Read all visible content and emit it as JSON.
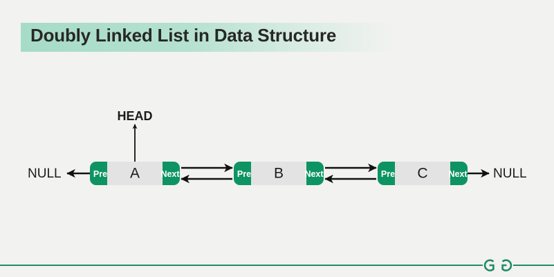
{
  "page": {
    "title": "Doubly Linked List in Data Structure",
    "background_color": "#f2f2f1",
    "title_highlight_color": "#a6dcc7",
    "accent_color": "#0e9463",
    "text_color": "#1b1b1b"
  },
  "diagram": {
    "type": "doubly-linked-list",
    "pointer_label_prev": "Pre",
    "pointer_label_next": "Next",
    "head_label": "HEAD",
    "null_left_label": "NULL",
    "null_right_label": "NULL",
    "nodes": [
      {
        "value": "A",
        "prev": "Pre",
        "next": "Next"
      },
      {
        "value": "B",
        "prev": "Pre",
        "next": "Next"
      },
      {
        "value": "C",
        "prev": "Pre",
        "next": "Next"
      }
    ],
    "links": [
      {
        "from": "NULL",
        "to": "A",
        "direction": "left"
      },
      {
        "from": "A",
        "to": "B",
        "direction": "right"
      },
      {
        "from": "B",
        "to": "A",
        "direction": "left"
      },
      {
        "from": "B",
        "to": "C",
        "direction": "right"
      },
      {
        "from": "C",
        "to": "B",
        "direction": "left"
      },
      {
        "from": "C",
        "to": "NULL",
        "direction": "right"
      },
      {
        "from": "HEAD",
        "to": "A",
        "direction": "down"
      }
    ]
  },
  "footer": {
    "logo_name": "geeksforgeeks-logo",
    "rule_color": "#1f8c64"
  }
}
